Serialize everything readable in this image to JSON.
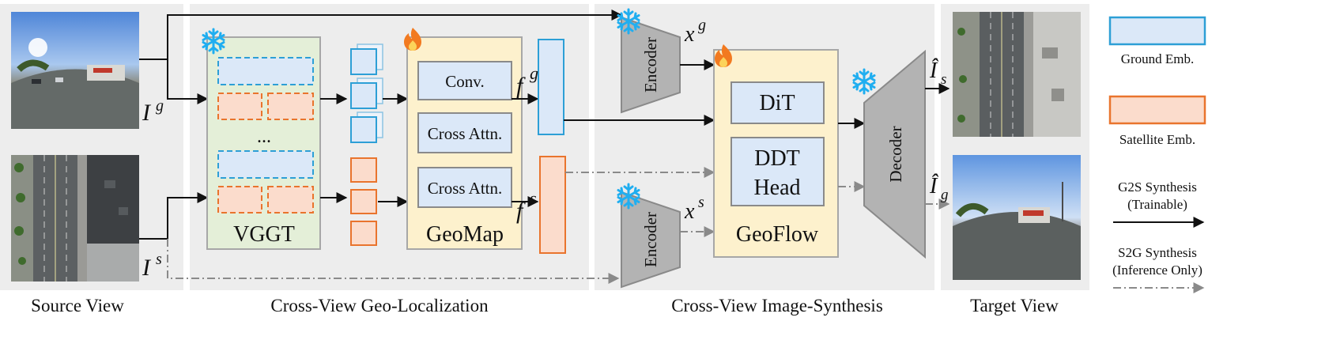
{
  "sections": {
    "source": "Source View",
    "geoloc": "Cross-View Geo-Localization",
    "synthesis": "Cross-View Image-Synthesis",
    "target": "Target View"
  },
  "inputs": {
    "ground_symbol": "I",
    "ground_sup": "g",
    "sat_symbol": "I",
    "sat_sup": "s"
  },
  "vggt": {
    "label": "VGGT",
    "ellipsis": "..."
  },
  "geomap": {
    "label": "GeoMap",
    "conv": "Conv.",
    "cross_attn_1": "Cross Attn.",
    "cross_attn_2": "Cross Attn."
  },
  "features": {
    "fg_symbol": "f",
    "fg_sup": "g",
    "fs_symbol": "f",
    "fs_sup": "s"
  },
  "encoders": {
    "top_label": "Encoder",
    "bottom_label": "Encoder",
    "xg_symbol": "x",
    "xg_sup": "g",
    "xs_symbol": "x",
    "xs_sup": "s"
  },
  "geoflow": {
    "label": "GeoFlow",
    "dit": "DiT",
    "ddt_line1": "DDT",
    "ddt_line2": "Head"
  },
  "decoder": {
    "label": "Decoder"
  },
  "outputs": {
    "is_symbol": "Î",
    "is_sub": "s",
    "ig_symbol": "Î",
    "ig_sub": "g"
  },
  "legend": {
    "ground": "Ground Emb.",
    "satellite": "Satellite Emb.",
    "g2s_line1": "G2S Synthesis",
    "g2s_line2": "(Trainable)",
    "s2g_line1": "S2G Synthesis",
    "s2g_line2": "(Inference Only)"
  },
  "colors": {
    "panel_bg": "#ededed",
    "vggt_fill": "#e4efd8",
    "geomap_fill": "#fdf1cd",
    "blue_fill": "#dbe8f8",
    "blue_stroke": "#2d9fd6",
    "orange_fill": "#fbdccc",
    "orange_stroke": "#e9742d",
    "gray_module": "#b3b3b3",
    "ice": "#20aef0",
    "fire": "#f27a20"
  },
  "icons": {
    "frozen": "snowflake-icon",
    "trainable": "fire-icon"
  }
}
